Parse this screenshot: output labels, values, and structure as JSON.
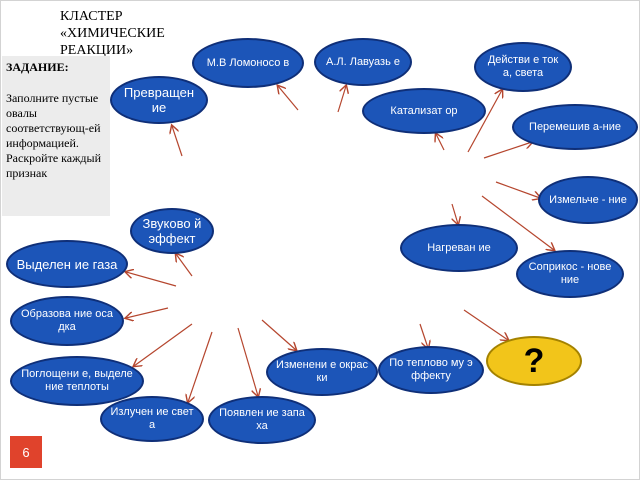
{
  "title": {
    "line1": "КЛАСТЕР",
    "line2": "«ХИМИЧЕСКИЕ РЕАКЦИИ»"
  },
  "task": {
    "heading": "ЗАДАНИЕ:",
    "text": "Заполните пустые овалы соответствующ-ей информацией. Раскройте каждый признак"
  },
  "ovals": {
    "lomonosov": "М.В Ломоносо в",
    "lavoisier": "А.Л. Лавуазь е",
    "current": "Действи е тока, света",
    "transform": "Превращен ие",
    "catalyst": "Катализат ор",
    "stirring": "Перемешив а-ние",
    "grinding": "Измельче - ние",
    "sound": "Звуково й эффект",
    "heating": "Нагреван ие",
    "contact": "Соприкос - новение",
    "gas": "Выделен ие газа",
    "precipitate": "Образова ние осадка",
    "heat": "Поглощени е, выделение теплоты",
    "light": "Излучен ие света",
    "smell": "Появлен ие запаха",
    "color": "Изменени е окраски",
    "thermal": "По теплово му эффекту",
    "unknown": "?"
  },
  "slide_number": "6",
  "colors": {
    "oval_fill": "#1c55b8",
    "oval_border": "#0f2f78",
    "highlight": "#f2c51a",
    "arrow": "#b5462e",
    "badge": "#e0432c"
  }
}
